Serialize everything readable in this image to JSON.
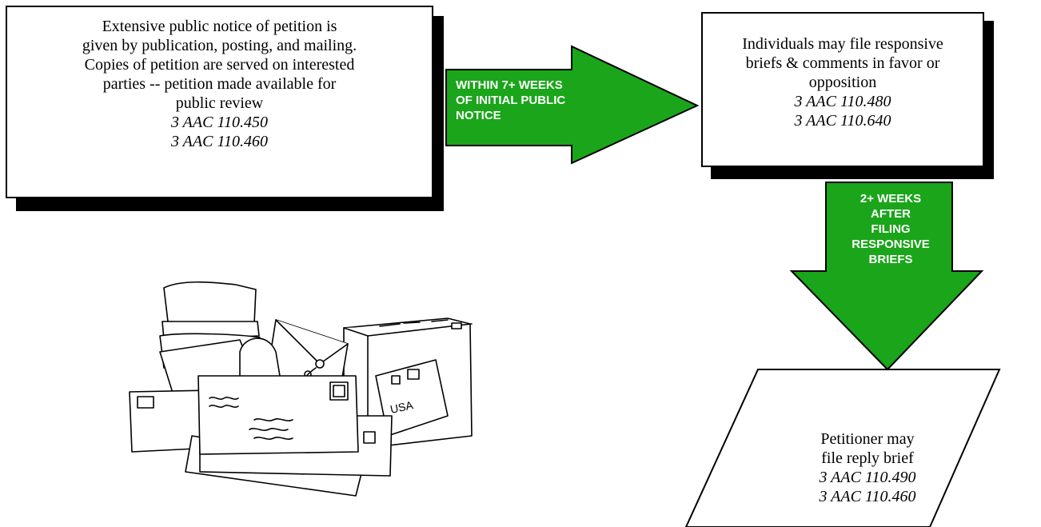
{
  "step1": {
    "lines": [
      "Extensive public notice of petition is",
      "given by publication, posting, and mailing.",
      "Copies of petition are served on interested",
      "parties -- petition made available for",
      "public review"
    ],
    "refs": [
      "3 AAC 110.450",
      "3 AAC 110.460"
    ]
  },
  "arrow1": {
    "lines": [
      "WITHIN 7+ WEEKS",
      "OF INITIAL PUBLIC",
      "NOTICE"
    ],
    "color": "#1aa51a"
  },
  "step2": {
    "lines": [
      "Individuals may file responsive",
      "briefs & comments in favor or",
      "opposition"
    ],
    "refs": [
      "3 AAC 110.480",
      "3 AAC 110.640"
    ]
  },
  "arrow2": {
    "lines": [
      "2+ WEEKS",
      "AFTER",
      "FILING",
      "RESPONSIVE",
      "BRIEFS"
    ],
    "color": "#1aa51a"
  },
  "step3": {
    "lines": [
      "Petitioner may",
      "file reply brief"
    ],
    "refs": [
      "3 AAC 110.490",
      "3 AAC 110.460"
    ]
  },
  "illustration": {
    "icon": "mail-pile-icon",
    "stamp_text": "USA"
  }
}
